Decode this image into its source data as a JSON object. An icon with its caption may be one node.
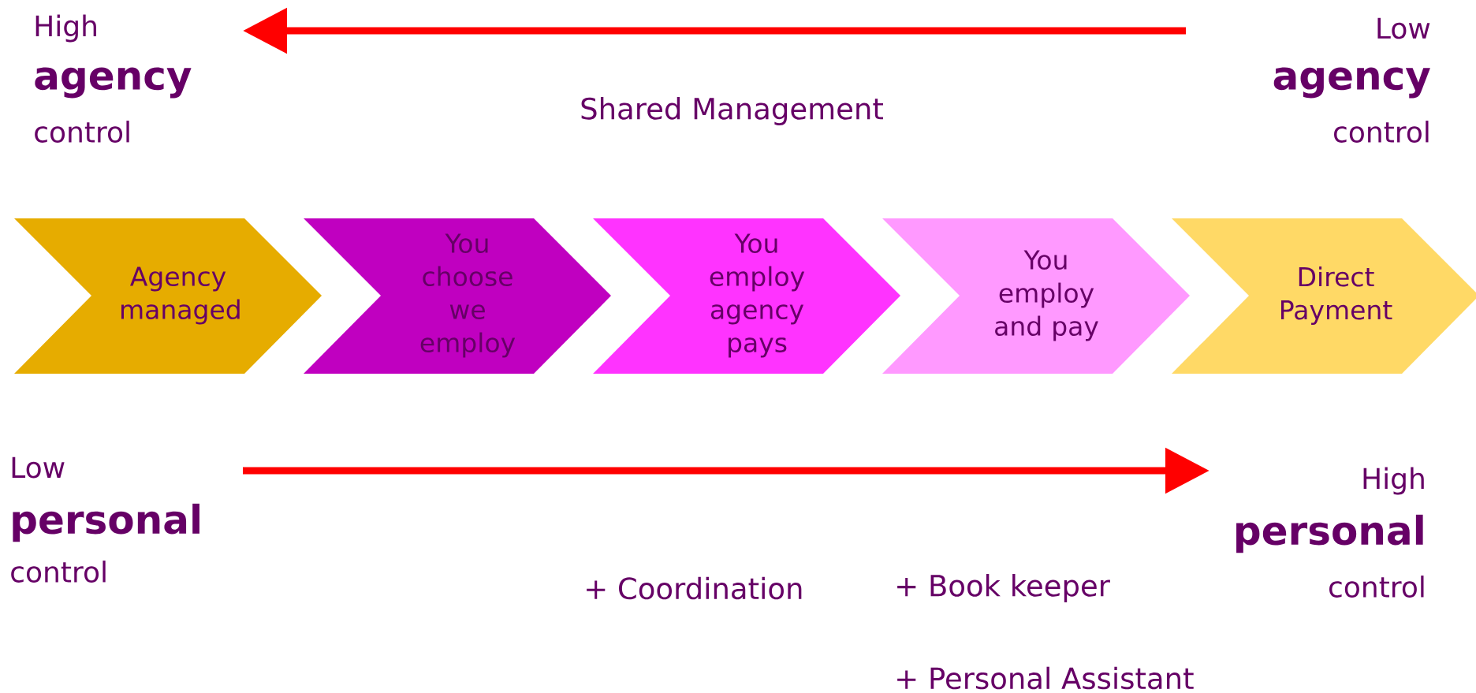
{
  "diagram": {
    "nodes": [
      {
        "text": [
          "Agency managed"
        ]
      },
      {
        "text": [
          "You choose we employ"
        ]
      },
      {
        "text": [
          "You employ agency pays"
        ]
      },
      {
        "text": [
          "You employ and pay"
        ]
      },
      {
        "text": [
          "Direct Payment"
        ]
      }
    ],
    "labels": [
      "High",
      "agency",
      "control",
      "Low",
      "agency",
      "control",
      "Shared Management",
      "Low",
      "personal",
      "control",
      "High",
      "personal",
      "control",
      "+ Coordination",
      "+ Book keeper",
      "+ Personal Assistant"
    ]
  }
}
